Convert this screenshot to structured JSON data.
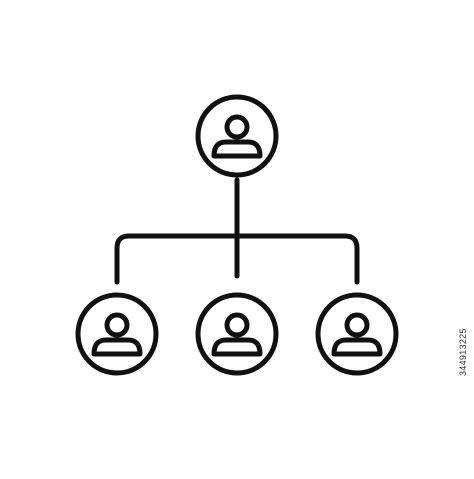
{
  "stock_id": "344913225",
  "icon": {
    "name": "org-chart-icon",
    "stroke_color": "#111111",
    "background": "#ffffff",
    "nodes": [
      "top-person",
      "bottom-left-person",
      "bottom-center-person",
      "bottom-right-person"
    ]
  }
}
